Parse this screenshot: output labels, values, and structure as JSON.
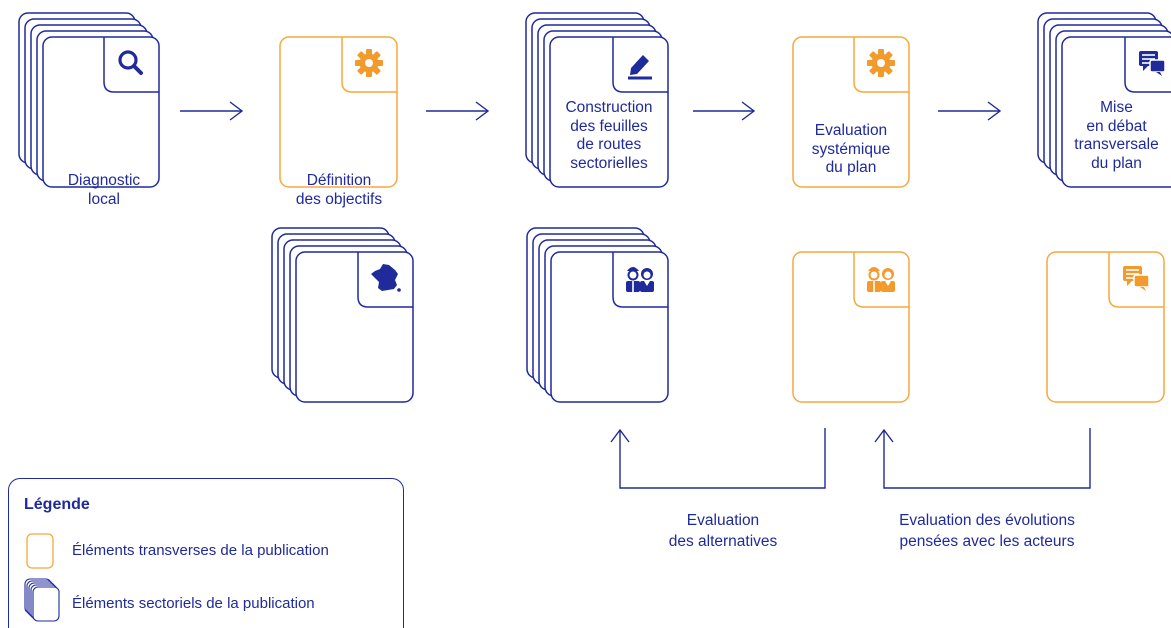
{
  "colors": {
    "blue": "#1f2a9b",
    "orange": "#f6a83d",
    "orange_icon": "#f39a2c",
    "background": "#ffffff"
  },
  "steps": [
    {
      "id": "diagnostic",
      "kind": "sectoriel",
      "icon": "search-icon",
      "label": "Diagnostic\nlocal"
    },
    {
      "id": "definition",
      "kind": "transverse",
      "icon": "gear-icon",
      "label": "Définition\ndes objectifs"
    },
    {
      "id": "construction",
      "kind": "sectoriel",
      "icon": "pencil-icon",
      "label": "Construction\ndes feuilles\nde routes\nsectorielles"
    },
    {
      "id": "evaluation",
      "kind": "transverse",
      "icon": "gear-icon",
      "label": "Evaluation\nsystémique\ndu plan"
    },
    {
      "id": "debat",
      "kind": "sectoriel",
      "icon": "chat-icon",
      "label": "Mise\nen débat\ntransversale\ndu plan"
    }
  ],
  "second_row": [
    {
      "id": "france",
      "kind": "sectoriel",
      "icon": "france-map-icon"
    },
    {
      "id": "acteurs-sectoriels",
      "kind": "sectoriel",
      "icon": "actors-icon"
    },
    {
      "id": "acteurs-transverses",
      "kind": "transverse",
      "icon": "actors-icon"
    },
    {
      "id": "debat-transverse",
      "kind": "transverse",
      "icon": "chat-icon"
    }
  ],
  "feedback": [
    {
      "id": "alternatives",
      "label": "Evaluation\ndes alternatives"
    },
    {
      "id": "evolutions",
      "label": "Evaluation des évolutions\npensées avec les acteurs"
    }
  ],
  "legend": {
    "title": "Légende",
    "items": [
      {
        "kind": "transverse",
        "label": "Éléments transverses de la publication"
      },
      {
        "kind": "sectoriel",
        "label": "Éléments sectoriels de la publication"
      }
    ]
  }
}
